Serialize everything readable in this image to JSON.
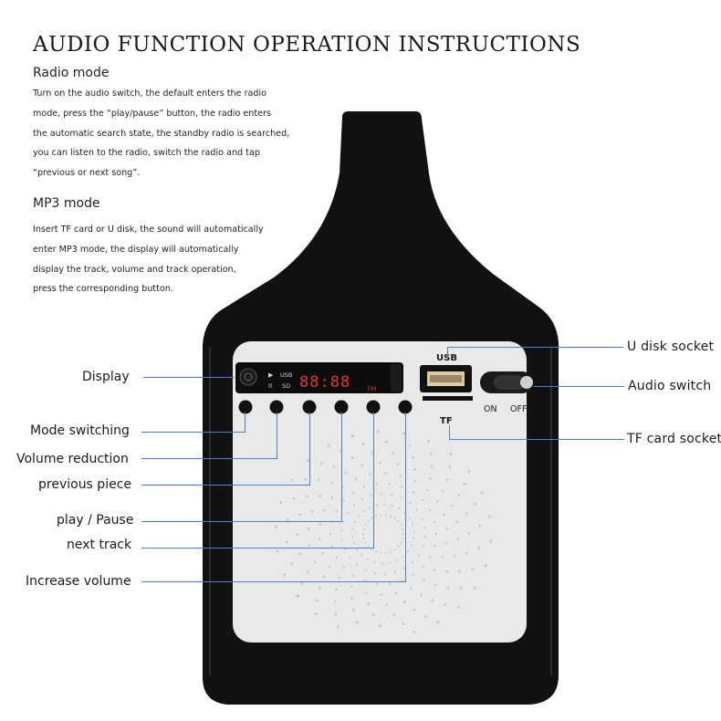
{
  "title": "AUDIO FUNCTION OPERATION INSTRUCTIONS",
  "radio": {
    "heading": "Radio mode",
    "lines": [
      "Turn on the audio switch, the default enters the radio",
      "mode, press the “play/pause” button, the radio enters",
      "the automatic search state, the standby radio is searched,",
      " you can listen to the radio, switch the radio and tap",
      "“previous or next song”."
    ]
  },
  "mp3": {
    "heading": "MP3 mode",
    "lines": [
      "Insert TF card or U disk, the sound will automatically",
      "enter MP3 mode, the display will automatically",
      "display the track, volume and track operation,",
      "press the corresponding button."
    ]
  },
  "callouts": {
    "display": "Display",
    "mode_switching": "Mode switching",
    "volume_reduction": "Volume reduction",
    "previous_piece": "previous piece",
    "play_pause": "play / Pause",
    "next_track": "next track",
    "increase_volume": "Increase volume",
    "u_disk_socket": "U disk socket",
    "audio_switch": "Audio switch",
    "tf_card_socket": "TF card socket"
  },
  "device": {
    "usb_label": "USB",
    "tf_label": "TF",
    "on_label": "ON",
    "off_label": "OFF",
    "lcd_digits": "88:88",
    "lcd_usb": "USB",
    "lcd_sd": "SD",
    "lcd_fm": "FM",
    "lcd_play_icon": "▶",
    "lcd_pause_icon": "II"
  },
  "colors": {
    "body": "#111111",
    "panel": "#e9e9e9",
    "leader_line": "#4a7fd1",
    "lcd_digits": "#e23a2a"
  }
}
